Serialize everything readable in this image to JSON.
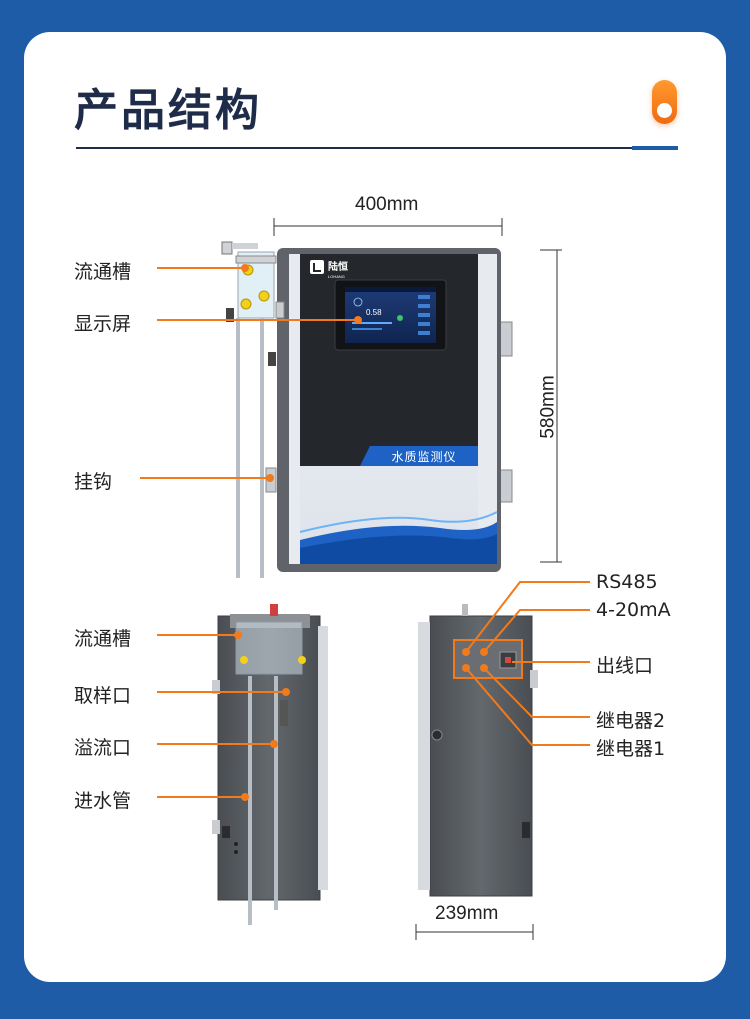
{
  "header": {
    "title": "产品结构"
  },
  "front_view": {
    "width_dim": "400mm",
    "height_dim": "580mm",
    "brand_name": "陆恒",
    "brand_sub": "LOHANG",
    "screen_reading": "0.58",
    "device_name": "水质监测仪",
    "callouts": [
      "流通槽",
      "显示屏",
      "挂钩"
    ]
  },
  "side_view": {
    "callouts": [
      "流通槽",
      "取样口",
      "溢流口",
      "进水管"
    ]
  },
  "back_view": {
    "depth_dim": "239mm",
    "callouts": [
      "RS485",
      "4-20mA",
      "出线口",
      "继电器2",
      "继电器1"
    ]
  },
  "colors": {
    "background": "#1e5ca8",
    "accent": "#f07a1c",
    "title": "#1e2c4a",
    "cabinet": "#5a5e63",
    "wave": "#1d62c4"
  }
}
